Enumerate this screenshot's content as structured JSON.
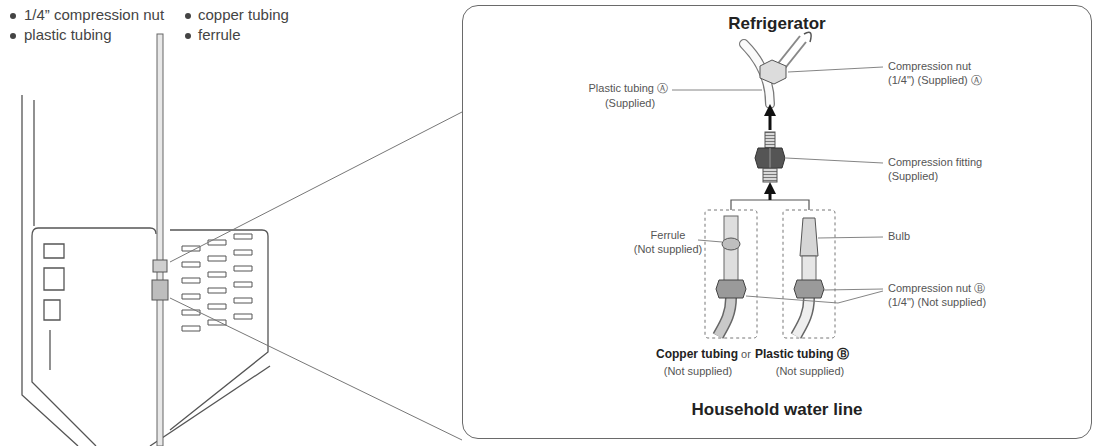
{
  "diagram": {
    "nodes": [
      {
        "text": [
          "Refrigerator",
          "Household water line"
        ]
      }
    ],
    "labels": [
      "1/4” compression nut",
      "copper tubing",
      "plastic tubing",
      "ferrule",
      "Plastic tubing Ⓐ",
      "(Supplied)",
      "Compression nut",
      "(1/4\") (Supplied) Ⓐ",
      "Compression fitting",
      "(Supplied)",
      "Ferrule",
      "(Not supplied)",
      "Bulb",
      "Compression nut Ⓑ",
      "(1/4\") (Not supplied)",
      "Copper tubing",
      "or",
      "Plastic tubing Ⓑ",
      "(Not supplied)",
      "(Not supplied)"
    ]
  }
}
